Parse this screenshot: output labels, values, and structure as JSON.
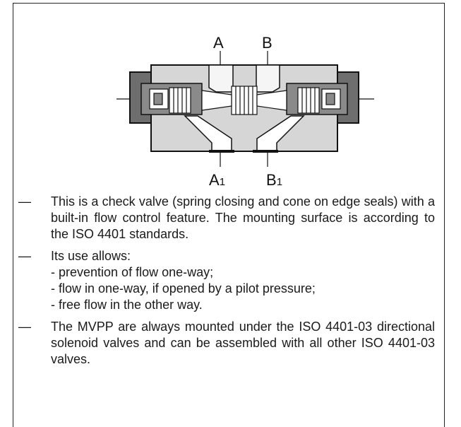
{
  "diagram": {
    "port_a": "A",
    "port_b": "B",
    "port_a1": "A",
    "port_a1_sub": "1",
    "port_b1": "B",
    "port_b1_sub": "1"
  },
  "bullets": {
    "dash": "—",
    "item1": "This is a check valve (spring closing and cone on edge seals) with a built-in flow control feature. The mounting surface is according to the ISO 4401 standards.",
    "item2_intro": "Its use allows:",
    "item2_subs": [
      "- prevention of flow one-way;",
      "- flow in one-way, if opened by a pilot pressure;",
      "- free flow in the other way."
    ],
    "item3": "The MVPP are always mounted under the ISO 4401-03 directional solenoid valves and can be assembled with all other ISO 4401-03 valves."
  }
}
